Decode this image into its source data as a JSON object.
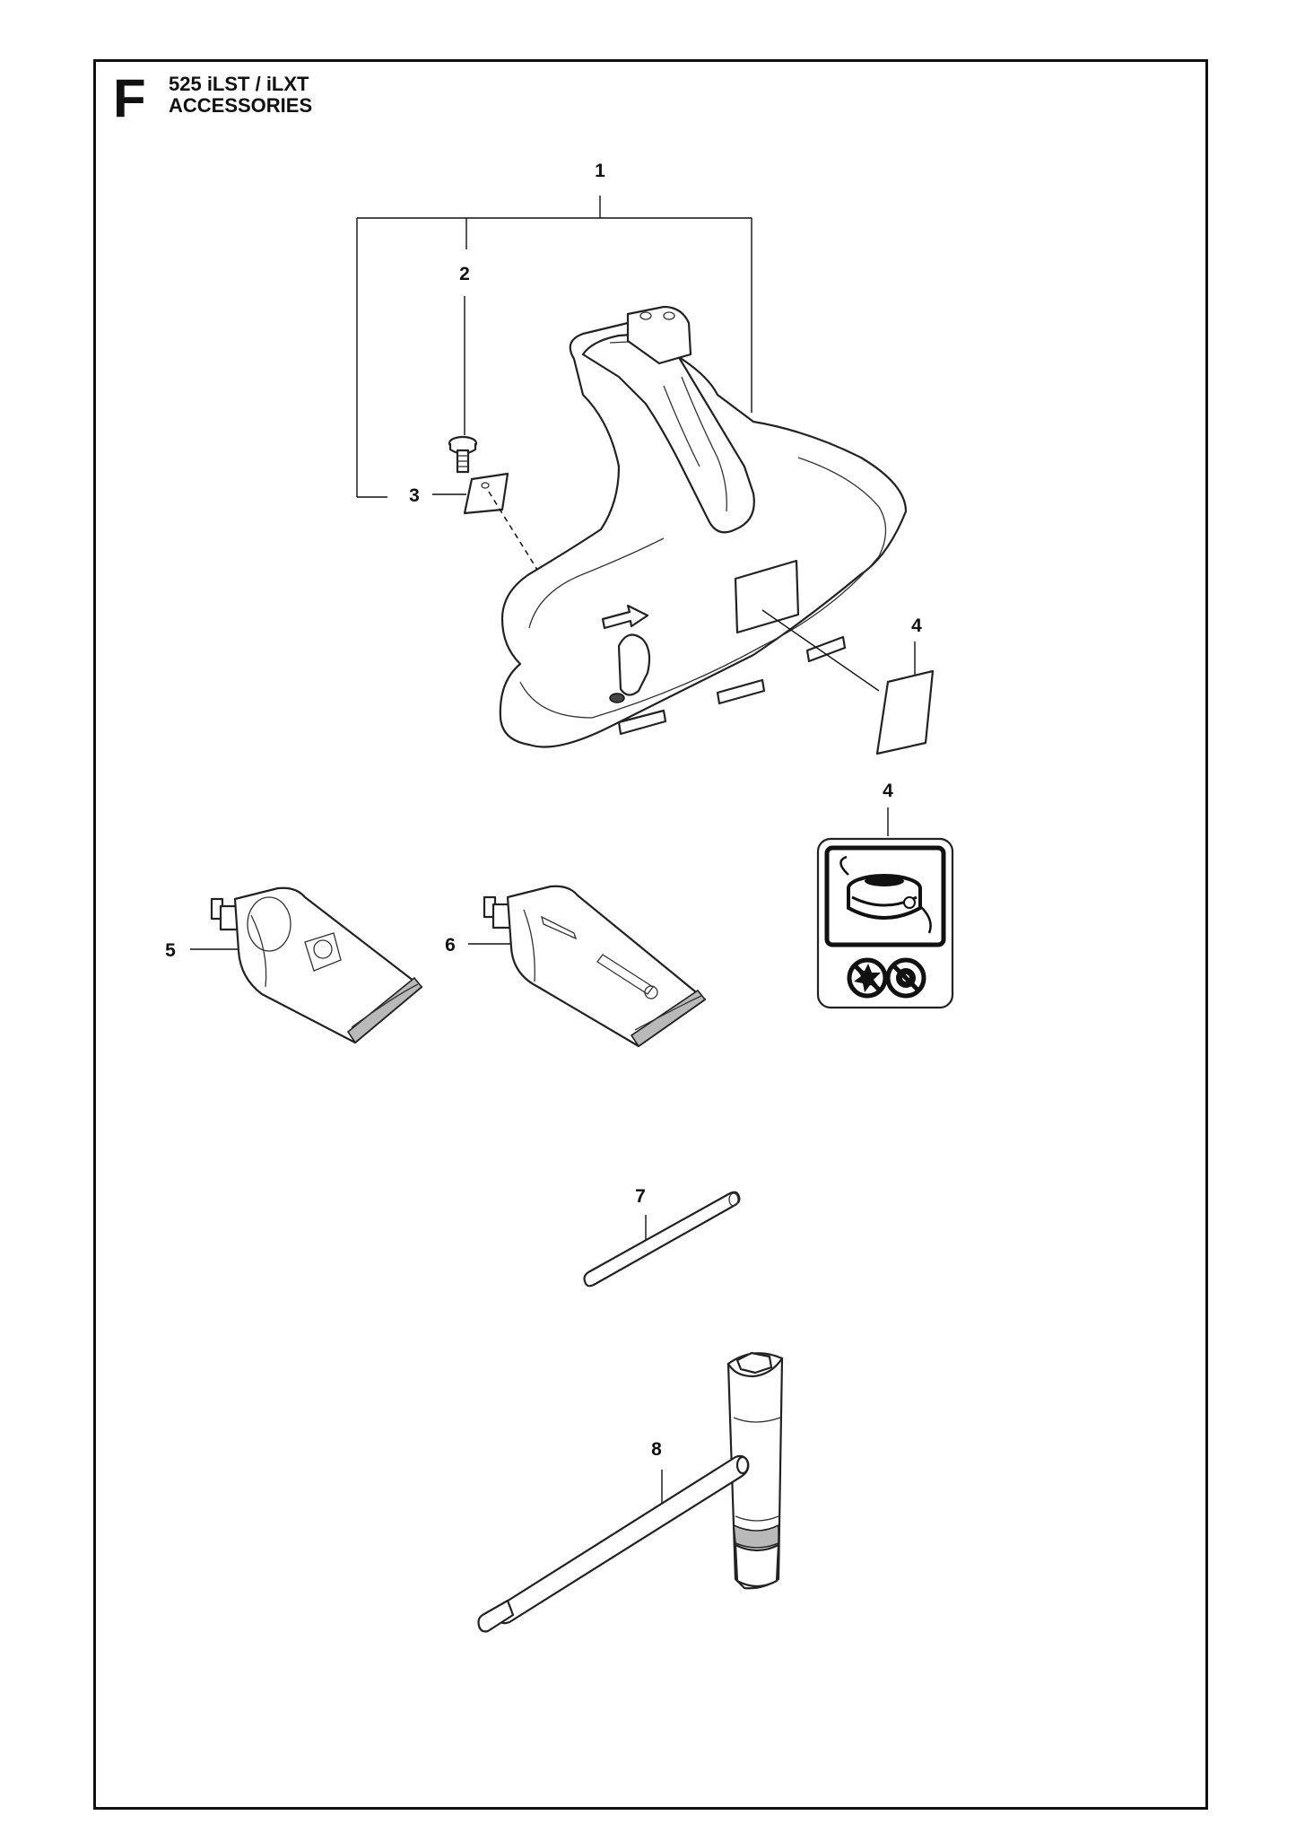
{
  "header": {
    "section_letter": "F",
    "model": "525 iLST / iLXT",
    "title": "ACCESSORIES"
  },
  "callouts": [
    "1",
    "2",
    "3",
    "4",
    "4",
    "5",
    "6",
    "7",
    "8"
  ],
  "icons": {
    "guard": "trimmer-guard-icon",
    "bolt": "bolt-icon",
    "plate": "plate-icon",
    "sticker": "sticker-icon",
    "warning_decal": "trimmer-head-decal-icon",
    "grease_tube_5": "grease-tube-icon",
    "grease_tube_6": "grease-tube-icon",
    "pin": "pin-icon",
    "wrench": "combination-wrench-icon"
  }
}
